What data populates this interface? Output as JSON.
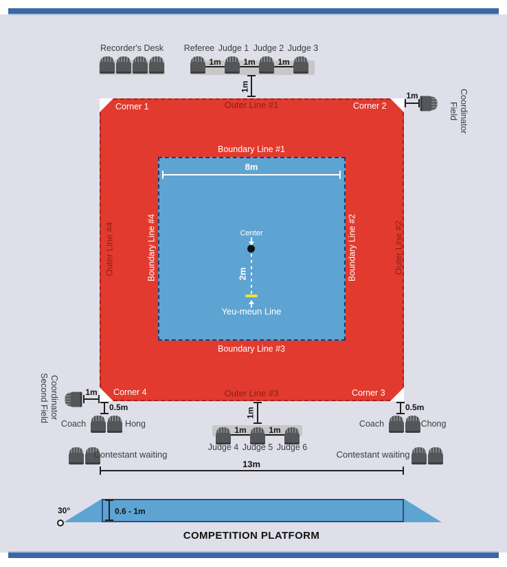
{
  "colors": {
    "frame_bar": "#3A68A4",
    "background": "#DFDFEA",
    "outer_square_red": "#E23A2E",
    "inner_square_blue": "#5EA4D2",
    "yeu_meun_yellow": "#F1E13B",
    "chair_gray": "#545659"
  },
  "top": {
    "recorders_desk": "Recorder's Desk",
    "referee": "Referee",
    "judge1": "Judge 1",
    "judge2": "Judge 2",
    "judge3": "Judge 3",
    "gap1": "1m",
    "gap2": "1m",
    "gap3": "1m",
    "offset": "1m"
  },
  "right": {
    "line1": "Field",
    "line2": "Coordinator",
    "offset": "1m"
  },
  "left": {
    "line1": "Second Field",
    "line2": "Coordinator",
    "offset": "1m"
  },
  "outer": {
    "corner1": "Corner 1",
    "corner2": "Corner 2",
    "corner3": "Corner 3",
    "corner4": "Corner 4",
    "line1": "Outer Line #1",
    "line2": "Outer Line #2",
    "line3": "Outer Line #3",
    "line4": "Outer Line #4"
  },
  "inner": {
    "line1": "Boundary Line #1",
    "line2": "Boundary Line #2",
    "line3": "Boundary Line #3",
    "line4": "Boundary Line #4",
    "width": "8m",
    "center": "Center",
    "distance": "2m",
    "yeu_meun": "Yeu-meun Line"
  },
  "bottom": {
    "offset": "1m",
    "judge4": "Judge 4",
    "judge5": "Judge 5",
    "judge6": "Judge 6",
    "gap1": "1m",
    "gap2": "1m",
    "coach_left_label": "Coach",
    "coach_left_name": "Hong",
    "coach_left_offset": "0.5m",
    "coach_right_label": "Coach",
    "coach_right_name": "Chong",
    "coach_right_offset": "0.5m",
    "contestant_left": "Contestant waiting",
    "contestant_right": "Contestant waiting",
    "total_width": "13m"
  },
  "platform": {
    "title": "COMPETITION PLATFORM",
    "height": "0.6 - 1m",
    "angle": "30°"
  }
}
